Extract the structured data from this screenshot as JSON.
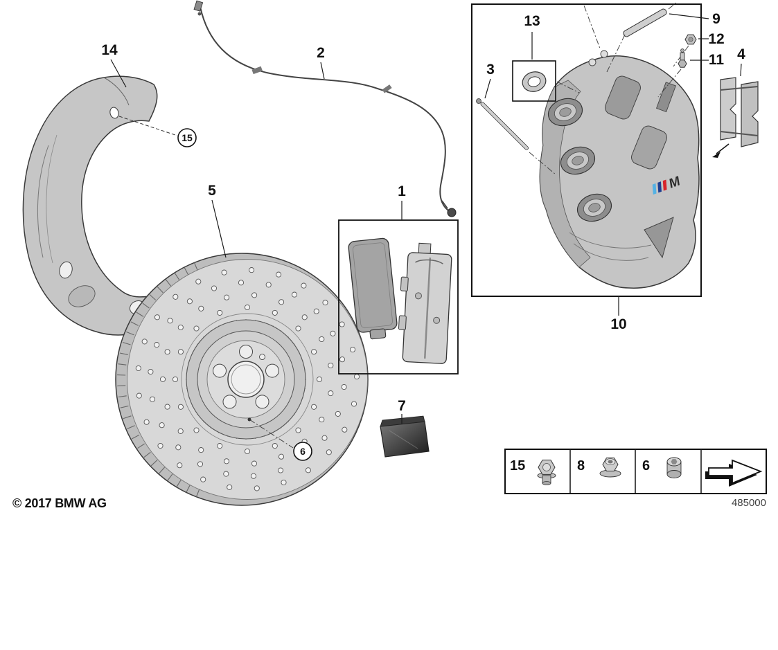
{
  "meta": {
    "copyright": "© 2017 BMW AG",
    "diagram_number": "485000"
  },
  "callouts": {
    "n1": "1",
    "n2": "2",
    "n3": "3",
    "n4": "4",
    "n5": "5",
    "n6": "6",
    "n7": "7",
    "n9": "9",
    "n10": "10",
    "n11": "11",
    "n12": "12",
    "n13": "13",
    "n14": "14",
    "n15": "15"
  },
  "caliper": {
    "badge_letter": "M"
  },
  "legend": {
    "items": [
      {
        "label": "15",
        "icon": "hex-flange-bolt-icon"
      },
      {
        "label": "8",
        "icon": "flange-nut-icon"
      },
      {
        "label": "6",
        "icon": "socket-head-plug-icon"
      },
      {
        "label": "",
        "icon": "continuation-arrow-icon"
      }
    ]
  }
}
